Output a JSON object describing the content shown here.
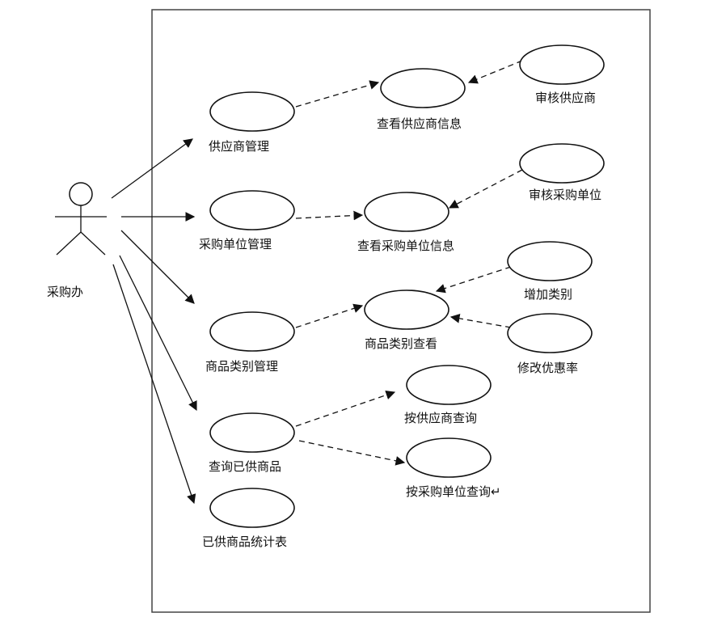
{
  "actor": {
    "label": "采购办"
  },
  "use_cases": {
    "supplier_mgmt": "供应商管理",
    "view_supplier_info": "查看供应商信息",
    "review_supplier": "审核供应商",
    "purchase_unit_mgmt": "采购单位管理",
    "view_purchase_unit_info": "查看采购单位信息",
    "review_purchase_unit": "审核采购单位",
    "category_mgmt": "商品类别管理",
    "view_category": "商品类别查看",
    "add_category": "增加类别",
    "modify_discount": "修改优惠率",
    "query_supplied_goods": "查询已供商品",
    "query_by_supplier": "按供应商查询",
    "query_by_purchase_unit": "按采购单位查询↵",
    "supplied_goods_stats": "已供商品统计表"
  }
}
